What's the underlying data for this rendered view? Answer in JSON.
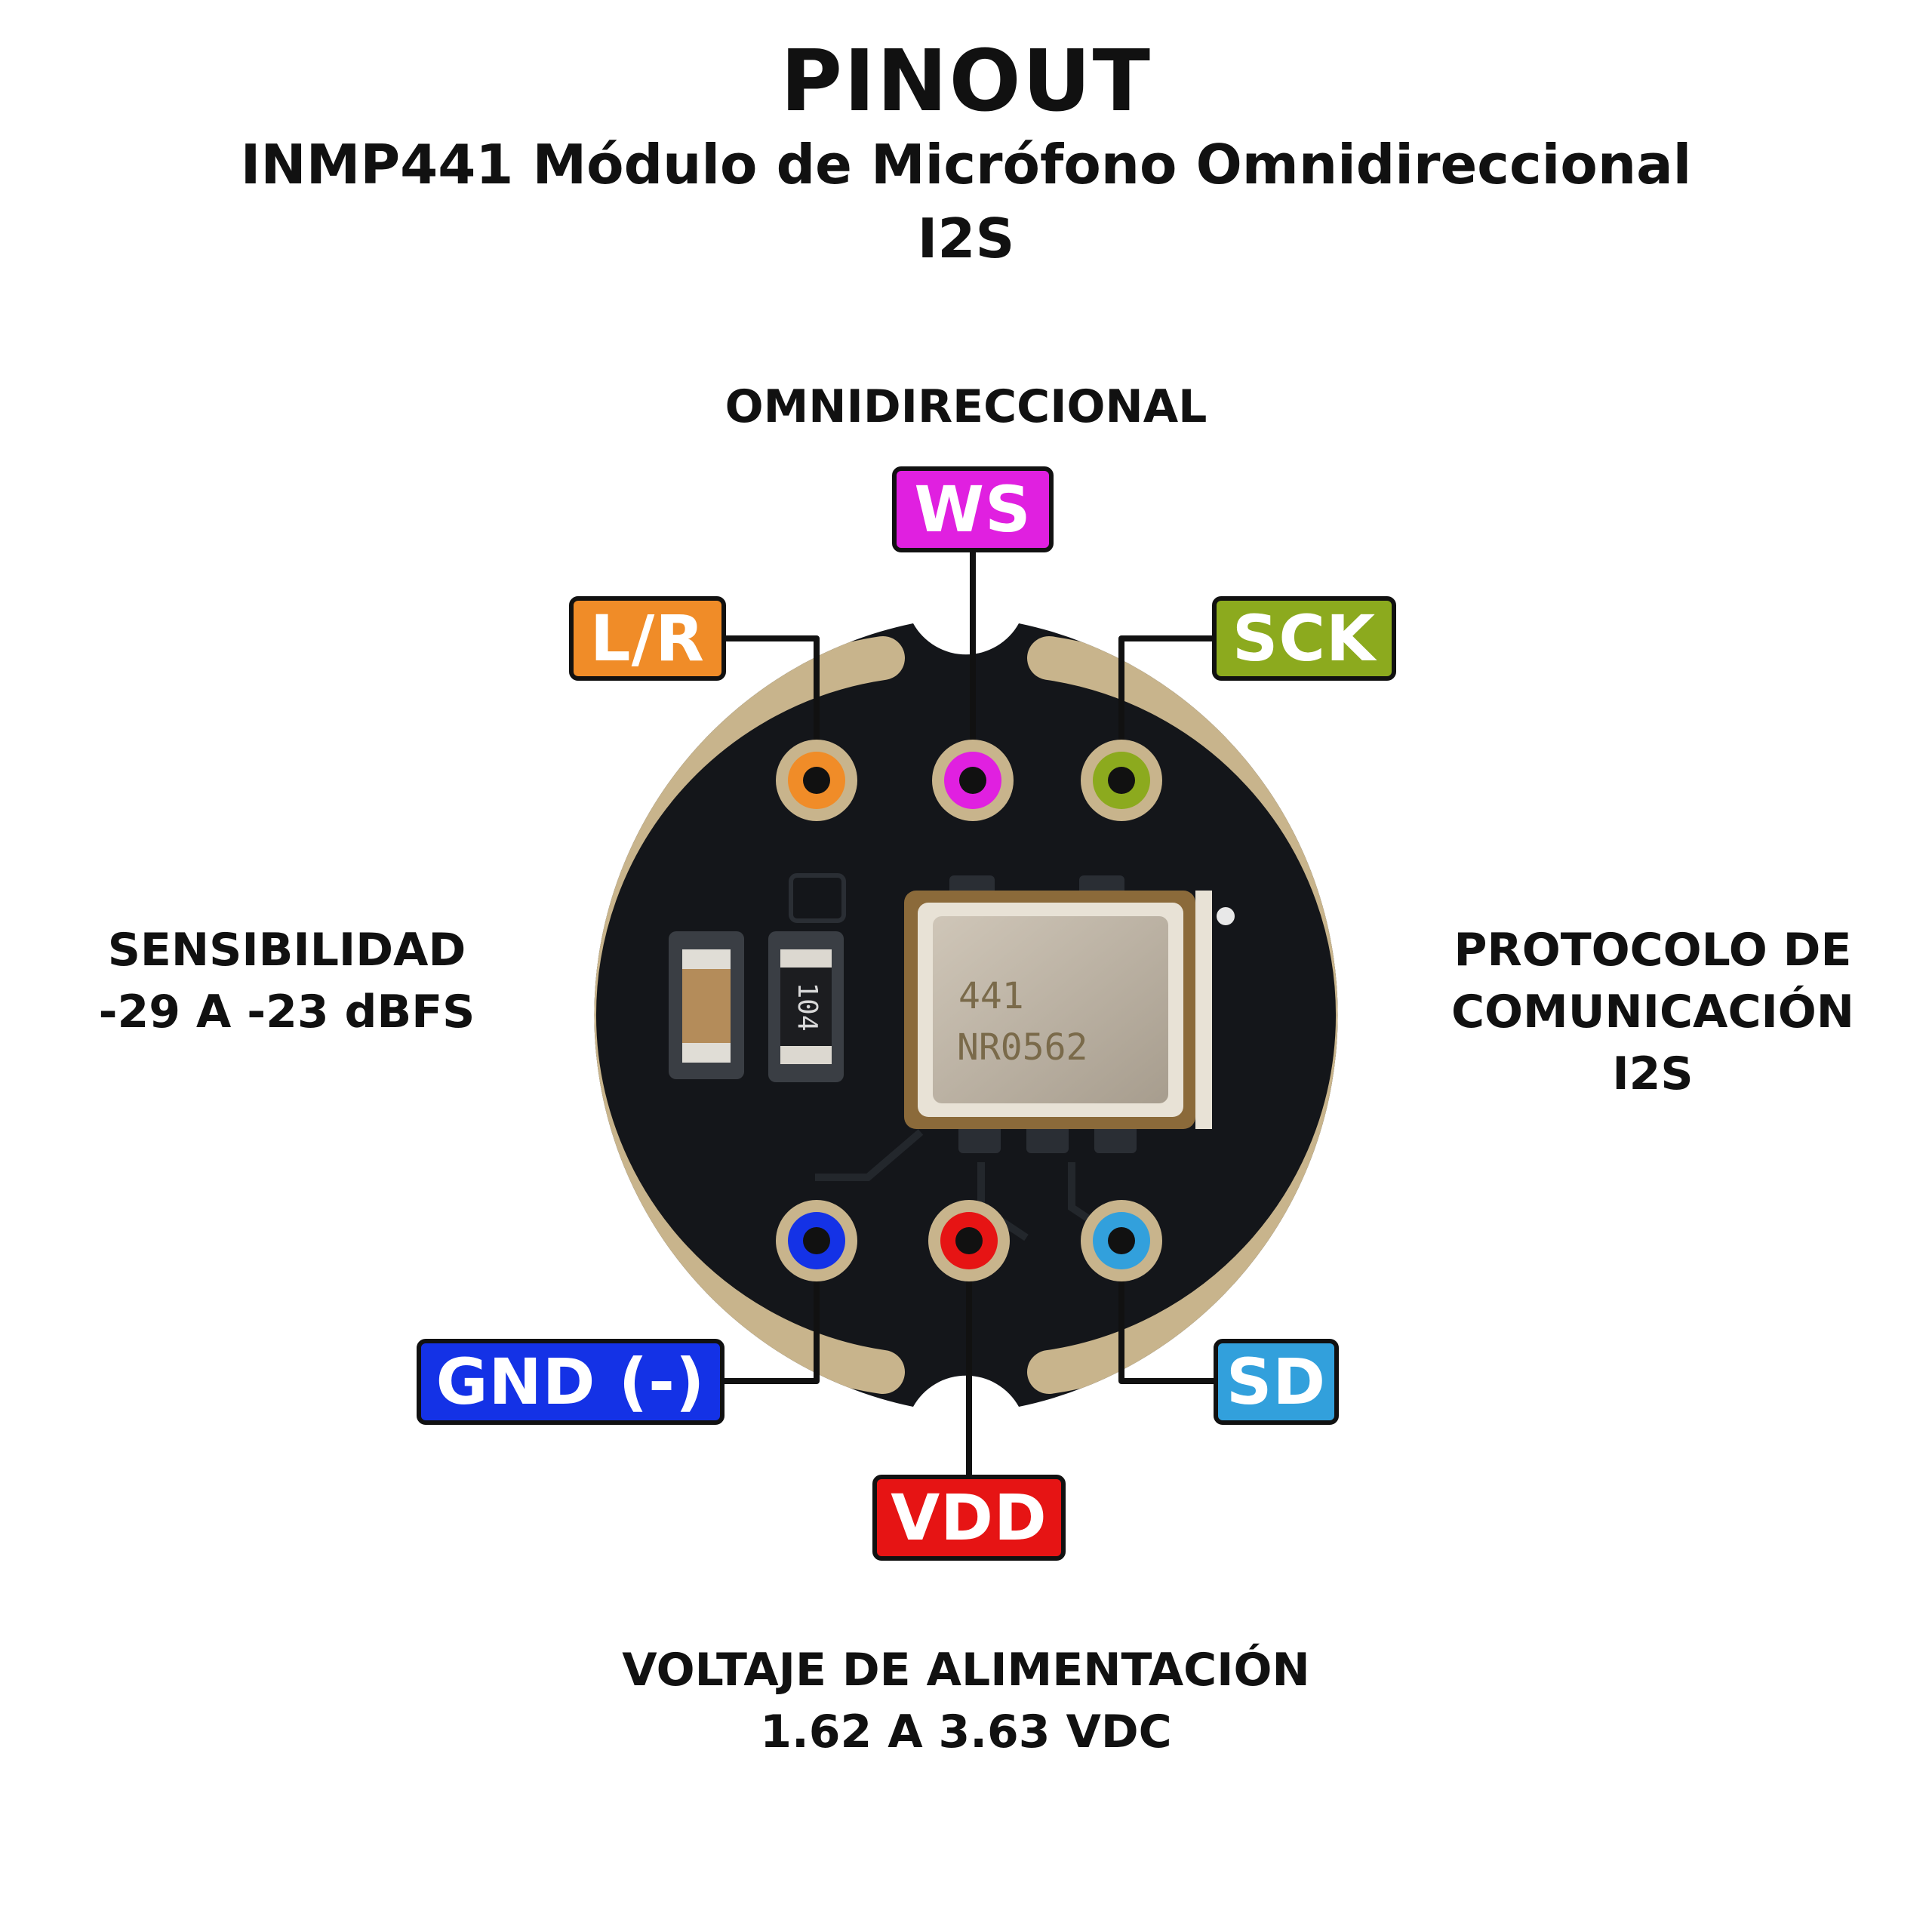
{
  "header": {
    "title": "PINOUT",
    "subtitle": "INMP441 Módulo de Micrófono Omnidireccional",
    "subtitle_line2": "I2S"
  },
  "features": {
    "top": "OMNIDIRECCIONAL",
    "left_line1": "SENSIBILIDAD",
    "left_line2": "-29 A -23 dBFS",
    "right_line1": "PROTOCOLO DE",
    "right_line2": "COMUNICACIÓN",
    "right_line3": "I2S",
    "bottom_line1": "VOLTAJE DE ALIMENTACIÓN",
    "bottom_line2": "1.62 A 3.63 VDC"
  },
  "pins": {
    "ws": {
      "label": "WS",
      "color": "#e020e0"
    },
    "lr": {
      "label": "L/R",
      "color": "#f08c28"
    },
    "sck": {
      "label": "SCK",
      "color": "#8caa1e"
    },
    "gnd": {
      "label": "GND (-)",
      "color": "#1432e6"
    },
    "sd": {
      "label": "SD",
      "color": "#32a0dc"
    },
    "vdd": {
      "label": "VDD",
      "color": "#e61414"
    }
  },
  "board": {
    "chip_marking_line1": "441",
    "chip_marking_line2": "NR0562",
    "resistor_marking": "104",
    "pcb_color": "#14161a",
    "ring_color": "#c8b48c"
  }
}
